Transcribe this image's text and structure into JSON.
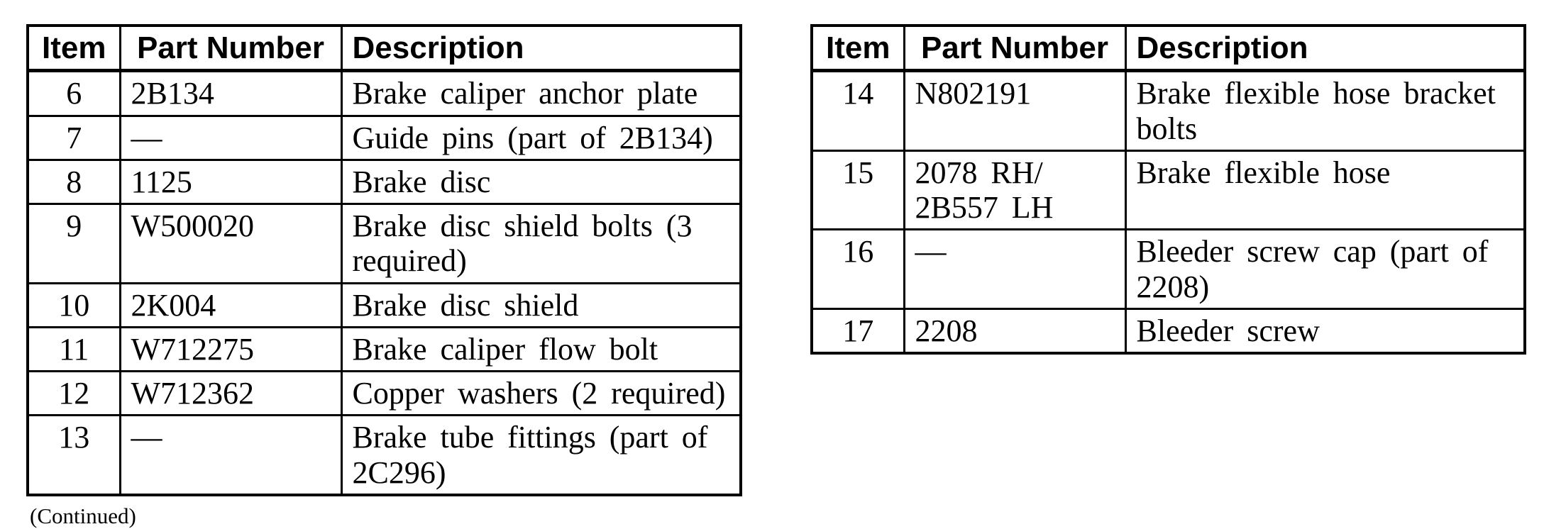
{
  "colors": {
    "background": "#ffffff",
    "text": "#000000",
    "border": "#000000"
  },
  "continued_note": "(Continued)",
  "tables": [
    {
      "id": "parts-table-left",
      "headers": [
        "Item",
        "Part Number",
        "Description"
      ],
      "rows": [
        {
          "item": "6",
          "part_number": "2B134",
          "description": "Brake caliper anchor plate"
        },
        {
          "item": "7",
          "part_number": "—",
          "description": "Guide pins (part of 2B134)"
        },
        {
          "item": "8",
          "part_number": "1125",
          "description": "Brake disc"
        },
        {
          "item": "9",
          "part_number": "W500020",
          "description": "Brake disc shield bolts (3\nrequired)"
        },
        {
          "item": "10",
          "part_number": "2K004",
          "description": "Brake disc shield"
        },
        {
          "item": "11",
          "part_number": "W712275",
          "description": "Brake caliper flow bolt"
        },
        {
          "item": "12",
          "part_number": "W712362",
          "description": "Copper washers (2 required)"
        },
        {
          "item": "13",
          "part_number": "—",
          "description": "Brake tube fittings (part of\n2C296)"
        }
      ]
    },
    {
      "id": "parts-table-right",
      "headers": [
        "Item",
        "Part Number",
        "Description"
      ],
      "rows": [
        {
          "item": "14",
          "part_number": "N802191",
          "description": "Brake flexible hose bracket\nbolts"
        },
        {
          "item": "15",
          "part_number": "2078 RH/\n2B557 LH",
          "description": "Brake flexible hose"
        },
        {
          "item": "16",
          "part_number": "—",
          "description": "Bleeder screw cap (part of\n2208)"
        },
        {
          "item": "17",
          "part_number": "2208",
          "description": "Bleeder screw"
        }
      ]
    }
  ]
}
